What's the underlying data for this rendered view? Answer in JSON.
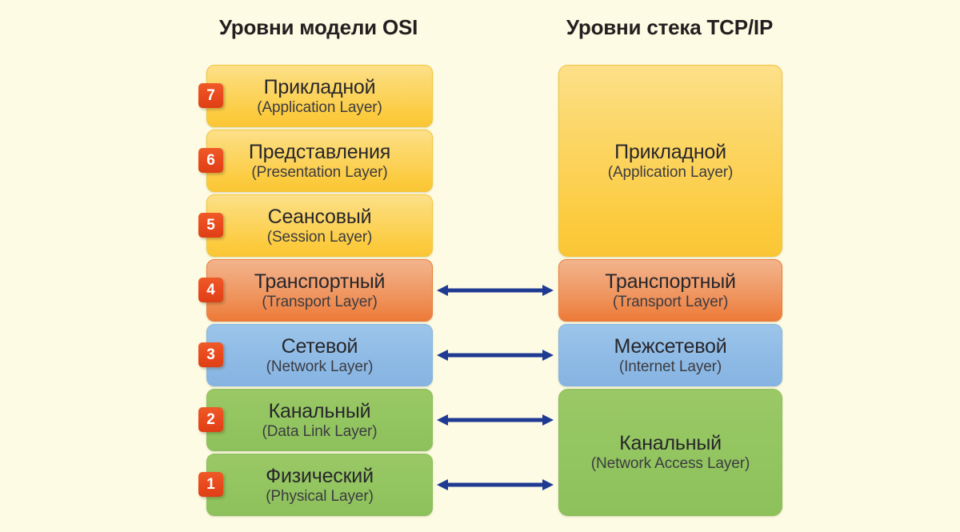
{
  "background_color": "#fdfbe3",
  "headings": {
    "osi": "Уровни модели OSI",
    "tcpip": "Уровни стека TCP/IP"
  },
  "colors": {
    "yellow": "#fcd257",
    "orange": "#ef9159",
    "blue": "#90bce6",
    "green": "#93c560",
    "badge": "#e8481c",
    "arrow": "#1f3a93",
    "text": "#27262b"
  },
  "osi_layers": [
    {
      "number": "7",
      "ru": "Прикладной",
      "en": "(Application Layer)",
      "color": "yellow"
    },
    {
      "number": "6",
      "ru": "Представления",
      "en": "(Presentation Layer)",
      "color": "yellow"
    },
    {
      "number": "5",
      "ru": "Сеансовый",
      "en": "(Session Layer)",
      "color": "yellow"
    },
    {
      "number": "4",
      "ru": "Транспортный",
      "en": "(Transport Layer)",
      "color": "orange"
    },
    {
      "number": "3",
      "ru": "Сетевой",
      "en": "(Network Layer)",
      "color": "blue"
    },
    {
      "number": "2",
      "ru": "Канальный",
      "en": "(Data Link Layer)",
      "color": "green"
    },
    {
      "number": "1",
      "ru": "Физический",
      "en": "(Physical Layer)",
      "color": "green"
    }
  ],
  "tcpip_layers": [
    {
      "ru": "Прикладной",
      "en": "(Application Layer)",
      "color": "yellow",
      "spans": 3
    },
    {
      "ru": "Транспортный",
      "en": "(Transport Layer)",
      "color": "orange",
      "spans": 1
    },
    {
      "ru": "Межсетевой",
      "en": "(Internet Layer)",
      "color": "blue",
      "spans": 1
    },
    {
      "ru": "Канальный",
      "en": "(Network Access Layer)",
      "color": "green",
      "spans": 2
    }
  ],
  "arrows": [
    {
      "name": "arrow-transport",
      "label": "Транспортный ↔ Транспортный"
    },
    {
      "name": "arrow-network",
      "label": "Сетевой ↔ Межсетевой"
    },
    {
      "name": "arrow-datalink",
      "label": "Канальный ↔ Канальный"
    },
    {
      "name": "arrow-physical",
      "label": "Физический ↔ Канальный"
    }
  ]
}
